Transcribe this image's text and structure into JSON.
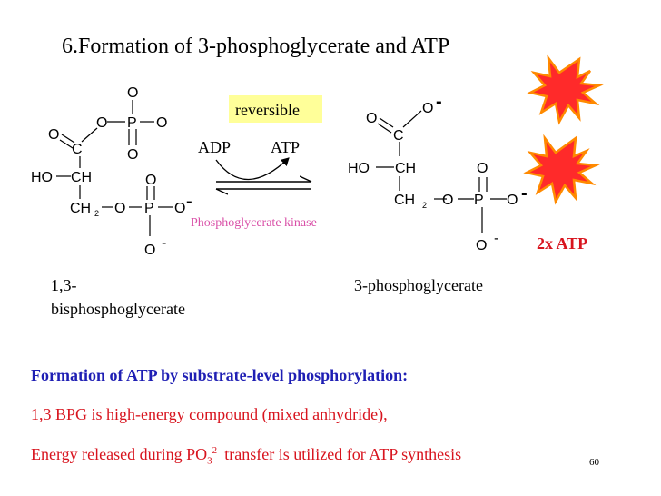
{
  "title": "6.Formation of 3-phosphoglycerate and ATP",
  "badge": "reversible",
  "adp": "ADP",
  "atp": "ATP",
  "enzyme": "Phosphoglycerate kinase",
  "atp_count": "2x ATP",
  "reactant": {
    "atoms": {
      "o_top": "O",
      "o_bridge": "O",
      "p": "P",
      "o_right": "O",
      "o_down": "O",
      "o_carbonyl": "O",
      "c": "C",
      "ho": "HO",
      "ch": "CH",
      "o_p2_top": "O",
      "ch2": "CH",
      "ch2_sub": "2",
      "o_link": "O",
      "p2": "P",
      "o_minus": "O",
      "o_minus_charge": "-",
      "o_bottom": "O",
      "o_bottom_charge": "-"
    },
    "name_line1": "1,3-",
    "name_line2": "bisphosphoglycerate"
  },
  "product": {
    "atoms": {
      "o_top": "O",
      "o_top_charge": "-",
      "o_carbonyl": "O",
      "c": "C",
      "ho": "HO",
      "ch": "CH",
      "o_p_top": "O",
      "ch2": "CH",
      "ch2_sub": "2",
      "o_link": "O",
      "p": "P",
      "o_minus": "O",
      "o_minus_charge": "-",
      "o_bottom": "O",
      "o_bottom_charge": "-"
    },
    "name": "3-phosphoglycerate"
  },
  "footer": {
    "line1": "Formation of ATP by substrate-level phosphorylation:",
    "line2": "1,3 BPG is high-energy compound (mixed anhydride),",
    "line3_a": "Energy released during PO",
    "line3_sub": "3",
    "line3_sup": "2-",
    "line3_b": " transfer is utilized for ATP synthesis"
  },
  "page_number": "60",
  "colors": {
    "badge_bg": "#ffff99",
    "enzyme": "#d94fa7",
    "atp_count": "#d8141e",
    "footer_blue": "#1f1fb4",
    "footer_red": "#d8141e",
    "burst_fill": "#ff2a2a",
    "burst_stroke": "#ff8a00"
  },
  "icons": [
    "energy-burst-icon",
    "energy-burst-icon"
  ]
}
